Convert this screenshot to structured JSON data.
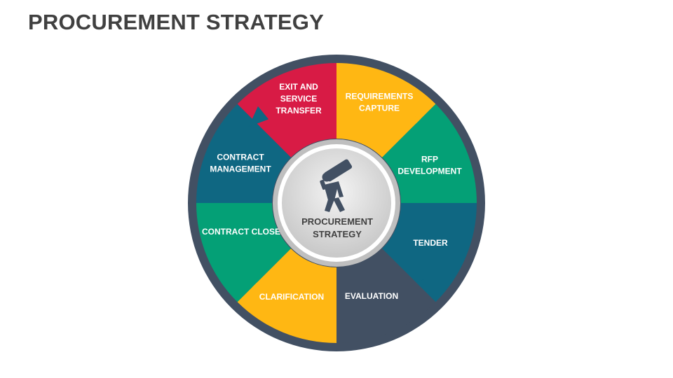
{
  "title": "PROCUREMENT STRATEGY",
  "hub": {
    "lines": [
      "PROCUREMENT",
      "STRATEGY"
    ],
    "icon": "person-telescope-icon"
  },
  "segments": [
    {
      "name": "exit-and-service-transfer",
      "lines": [
        "EXIT AND",
        "SERVICE",
        "TRANSFER"
      ],
      "color": "#D81B45"
    },
    {
      "name": "requirements-capture",
      "lines": [
        "REQUIREMENTS",
        "CAPTURE"
      ],
      "color": "#FFB713"
    },
    {
      "name": "rfp-development",
      "lines": [
        "RFP",
        "DEVELOPMENT"
      ],
      "color": "#04A076"
    },
    {
      "name": "tender",
      "lines": [
        "TENDER"
      ],
      "color": "#0F6782"
    },
    {
      "name": "evaluation",
      "lines": [
        "EVALUATION"
      ],
      "color": "#425063"
    },
    {
      "name": "clarification",
      "lines": [
        "CLARIFICATION"
      ],
      "color": "#FFB713"
    },
    {
      "name": "contract-close",
      "lines": [
        "CONTRACT CLOSE"
      ],
      "color": "#04A076"
    },
    {
      "name": "contract-management",
      "lines": [
        "CONTRACT",
        "MANAGEMENT"
      ],
      "color": "#0F6782"
    }
  ],
  "colors": {
    "ring": "#425063",
    "hub_fill": "#D9D9D9",
    "hub_ring": "#BFBFBF",
    "icon": "#425063",
    "title": "#404040"
  }
}
